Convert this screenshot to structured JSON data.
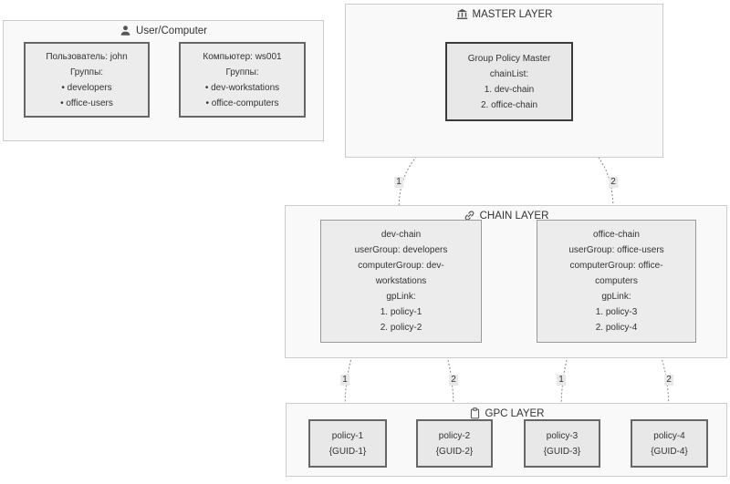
{
  "diagram": {
    "groups": {
      "user_computer": {
        "title": "User/Computer",
        "icon": "person-icon",
        "nodes": {
          "user": {
            "lines": [
              "Пользователь: john",
              "Группы:",
              "• developers",
              "• office-users"
            ]
          },
          "computer": {
            "lines": [
              "Компьютер: ws001",
              "Группы:",
              "• dev-workstations",
              "• office-computers"
            ]
          }
        }
      },
      "master_layer": {
        "title": "MASTER LAYER",
        "icon": "bank-icon",
        "nodes": {
          "master": {
            "lines": [
              "Group Policy Master",
              "chainList:",
              "1. dev-chain",
              "2. office-chain"
            ]
          }
        }
      },
      "chain_layer": {
        "title": "CHAIN LAYER",
        "icon": "link-icon",
        "nodes": {
          "dev_chain": {
            "lines": [
              "dev-chain",
              "userGroup: developers",
              "computerGroup: dev-",
              "workstations",
              "gpLink:",
              "1. policy-1",
              "2. policy-2"
            ]
          },
          "office_chain": {
            "lines": [
              "office-chain",
              "userGroup: office-users",
              "computerGroup: office-",
              "computers",
              "gpLink:",
              "1. policy-3",
              "2. policy-4"
            ]
          }
        }
      },
      "gpc_layer": {
        "title": "GPC LAYER",
        "icon": "clipboard-icon",
        "nodes": {
          "policy1": {
            "lines": [
              "policy-1",
              "{GUID-1}"
            ]
          },
          "policy2": {
            "lines": [
              "policy-2",
              "{GUID-2}"
            ]
          },
          "policy3": {
            "lines": [
              "policy-3",
              "{GUID-3}"
            ]
          },
          "policy4": {
            "lines": [
              "policy-4",
              "{GUID-4}"
            ]
          }
        }
      }
    },
    "edges": [
      {
        "from": "master",
        "to": "dev-chain",
        "label": "1"
      },
      {
        "from": "master",
        "to": "office-chain",
        "label": "2"
      },
      {
        "from": "dev-chain",
        "to": "policy-1",
        "label": "1"
      },
      {
        "from": "dev-chain",
        "to": "policy-2",
        "label": "2"
      },
      {
        "from": "office-chain",
        "to": "policy-3",
        "label": "1"
      },
      {
        "from": "office-chain",
        "to": "policy-4",
        "label": "2"
      }
    ],
    "colors": {
      "container_fill": "#f9f9f9",
      "container_border": "#cccccc",
      "node_fill": "#ececec",
      "node_border_soft": "#999999",
      "node_border_strong": "#3b3b3b",
      "text": "#333333",
      "edge_line": "#888888"
    }
  }
}
